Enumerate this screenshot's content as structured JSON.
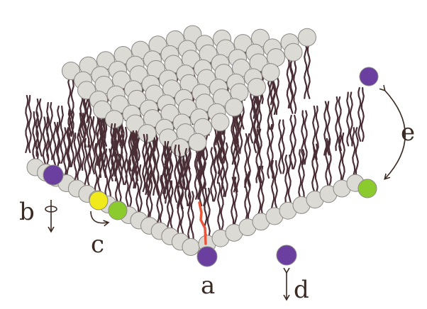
{
  "labels": {
    "a": "a",
    "b": "b",
    "c": "c",
    "d": "d",
    "e": "e"
  },
  "colors": {
    "background": "#ffffff",
    "headgroup": "#dcdad5",
    "headgroup_stroke": "#8c8985",
    "tail": "#4a2e36",
    "purple_lipid": "#6a3fa0",
    "green_lipid": "#8ccb2e",
    "yellow_lipid": "#f0ea1c",
    "red_tail": "#e8553a",
    "arrow": "#3a2a22"
  },
  "icons": {
    "b": "rotation-arrow",
    "c": "lateral-flip-arrow",
    "d": "vertical-double-arrow",
    "e": "curved-double-arrow"
  }
}
